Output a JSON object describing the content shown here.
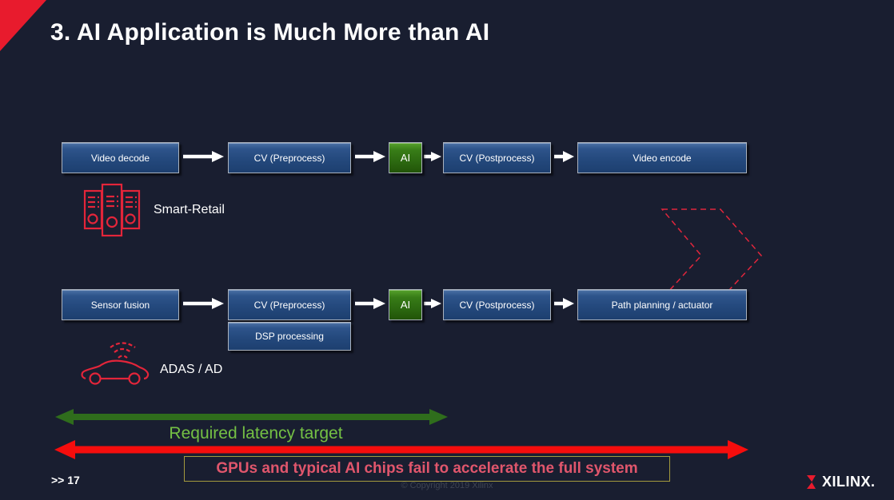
{
  "slide": {
    "title": "3. AI Application is Much More than AI",
    "page_marker": ">> 17",
    "copyright": "© Copyright 2019 Xilinx",
    "brand": "XILINX."
  },
  "colors": {
    "background": "#191e30",
    "accent_red": "#e81b2d",
    "box_blue": "#24497d",
    "box_green": "#2a650f",
    "flow_arrow": "#ffffff",
    "latency_arrow": "#2f6d1c",
    "latency_text": "#74c044",
    "fail_arrow": "#f50d0d",
    "warning_text": "#e0566c",
    "warning_border": "#a39a3e",
    "icon_red": "#e3253a"
  },
  "flows": [
    {
      "label": "Smart-Retail",
      "icon": "server-rack-icon",
      "boxes": [
        "Video decode",
        "CV (Preprocess)",
        "AI",
        "CV (Postprocess)",
        "Video encode"
      ]
    },
    {
      "label": "ADAS / AD",
      "icon": "car-icon",
      "boxes": [
        "Sensor fusion",
        "CV (Preprocess)",
        "AI",
        "CV (Postprocess)",
        "Path planning / actuator"
      ],
      "extra_box": "DSP processing"
    }
  ],
  "annotations": {
    "latency_label": "Required latency target",
    "warning_label": "GPUs and typical AI chips fail to accelerate the full system"
  }
}
